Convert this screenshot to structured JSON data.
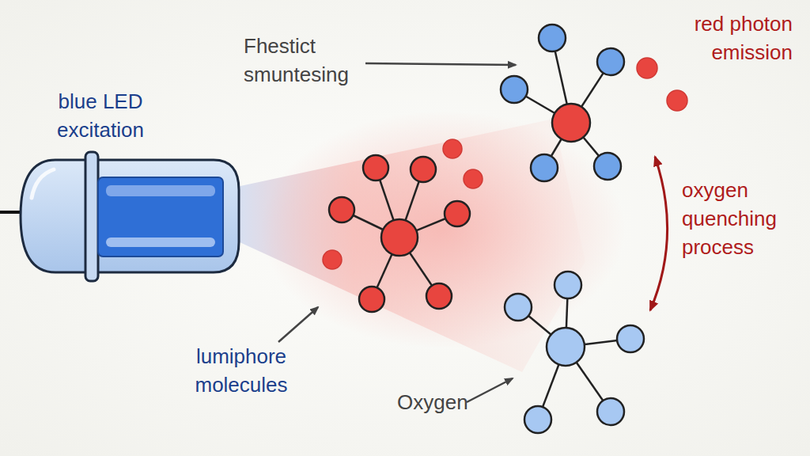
{
  "diagram": {
    "labels": [
      "blue LED excitation",
      "Fhestict smuntesing",
      "red photon emission",
      "oxygen quenching process",
      "lumiphore molecules",
      "Oxygen"
    ]
  }
}
